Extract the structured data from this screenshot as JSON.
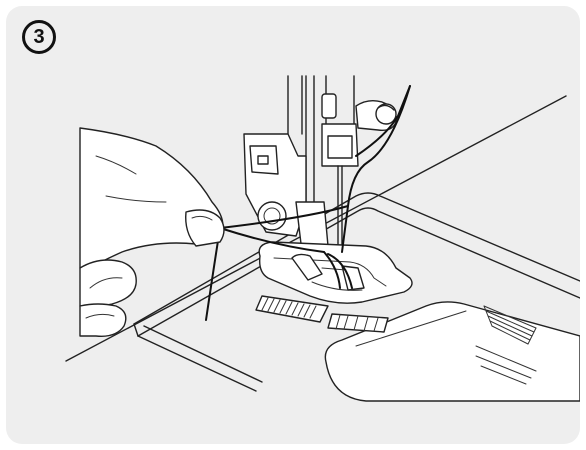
{
  "step": {
    "number_label": "3"
  },
  "colors": {
    "panel_background": "#eeeeee",
    "line": "#222222"
  },
  "illustration": {
    "icon": "sewing-machine-presser-foot-threading-icon",
    "parts": [
      "hand",
      "thread",
      "needle",
      "presser-foot",
      "feed-dogs",
      "needle-plate",
      "bobbin-cover"
    ]
  }
}
